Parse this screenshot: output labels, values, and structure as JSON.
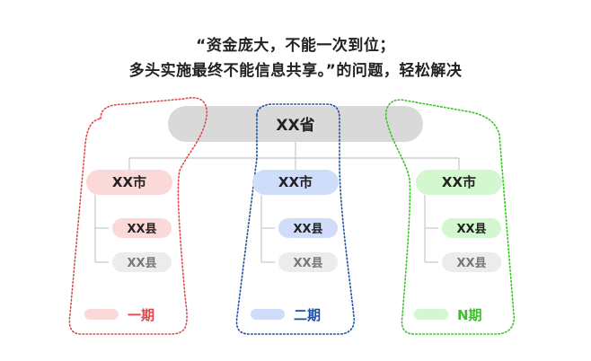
{
  "title": {
    "line1": "“资金庞大，不能一次到位；",
    "line2": "多头实施最终不能信息共享。”的问题，轻松解决"
  },
  "province": {
    "label": "XX省"
  },
  "cities": [
    {
      "label": "XX市",
      "counties": [
        {
          "label": "XX县",
          "highlighted": true
        },
        {
          "label": "XX县",
          "highlighted": false
        }
      ],
      "phase": "一期",
      "color": "#e0474c",
      "fill": "#fcd9d9"
    },
    {
      "label": "XX市",
      "counties": [
        {
          "label": "XX县",
          "highlighted": true
        },
        {
          "label": "XX县",
          "highlighted": false
        }
      ],
      "phase": "二期",
      "color": "#1a4fa3",
      "fill": "#cfdcfa"
    },
    {
      "label": "XX市",
      "counties": [
        {
          "label": "XX县",
          "highlighted": true
        },
        {
          "label": "XX县",
          "highlighted": false
        }
      ],
      "phase": "N期",
      "color": "#3cbf2a",
      "fill": "#d3f7cf"
    }
  ],
  "colors": {
    "province_fill": "#d9d9d9",
    "inactive_fill": "#ececec",
    "inactive_text": "#777777",
    "connector": "#c8c8c8"
  }
}
